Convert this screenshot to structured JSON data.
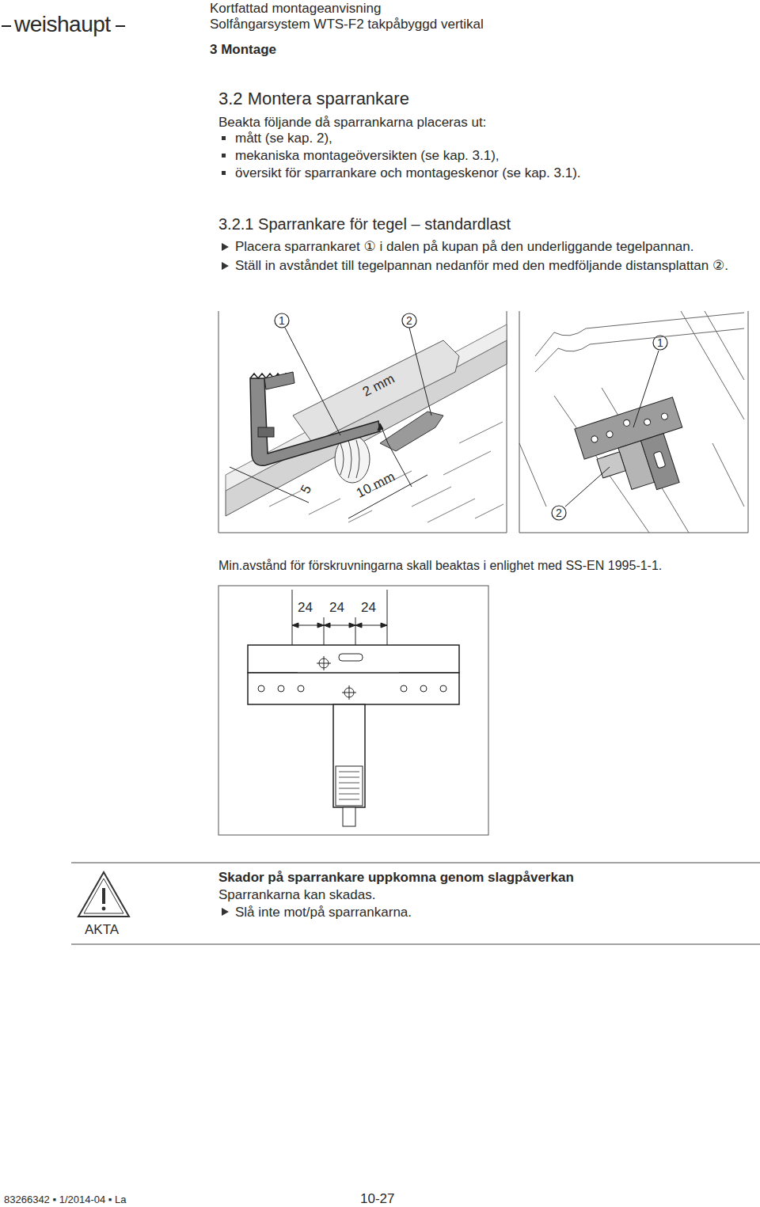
{
  "diagram": {
    "title": "3.2 Montera sparrankare",
    "labels": [
      "weishaupt",
      "Kortfattad montageanvisning",
      "Solfångarsystem WTS-F2 takpåbyggd vertikal",
      "3 Montage",
      "Beakta följande då sparrankarna placeras ut:",
      "mått (se kap. 2),",
      "mekaniska montageöversikten (se kap. 3.1),",
      "översikt för sparrankare och montageskenor (se kap. 3.1).",
      "3.2.1 Sparrankare för tegel – standardlast",
      "Placera sparrankaret ① i dalen på kupan på den underliggande tegelpannan.",
      "Ställ in avståndet till tegelpannan nedanför med den medföljande distansplattan ②.",
      "1",
      "2",
      "1",
      "2 mm",
      "5",
      "10 mm",
      "2",
      "Min.avstånd för förskruvningarna skall beaktas i enlighet med SS-EN 1995-1-1.",
      "24",
      "24",
      "24",
      "AKTA",
      "Skador på sparrankare uppkomna genom slagpåverkan",
      "Sparrankarna kan skadas.",
      "Slå inte mot/på sparrankarna.",
      "83266342 ▪ 1/2014-04 ▪ La",
      "10-27"
    ]
  }
}
